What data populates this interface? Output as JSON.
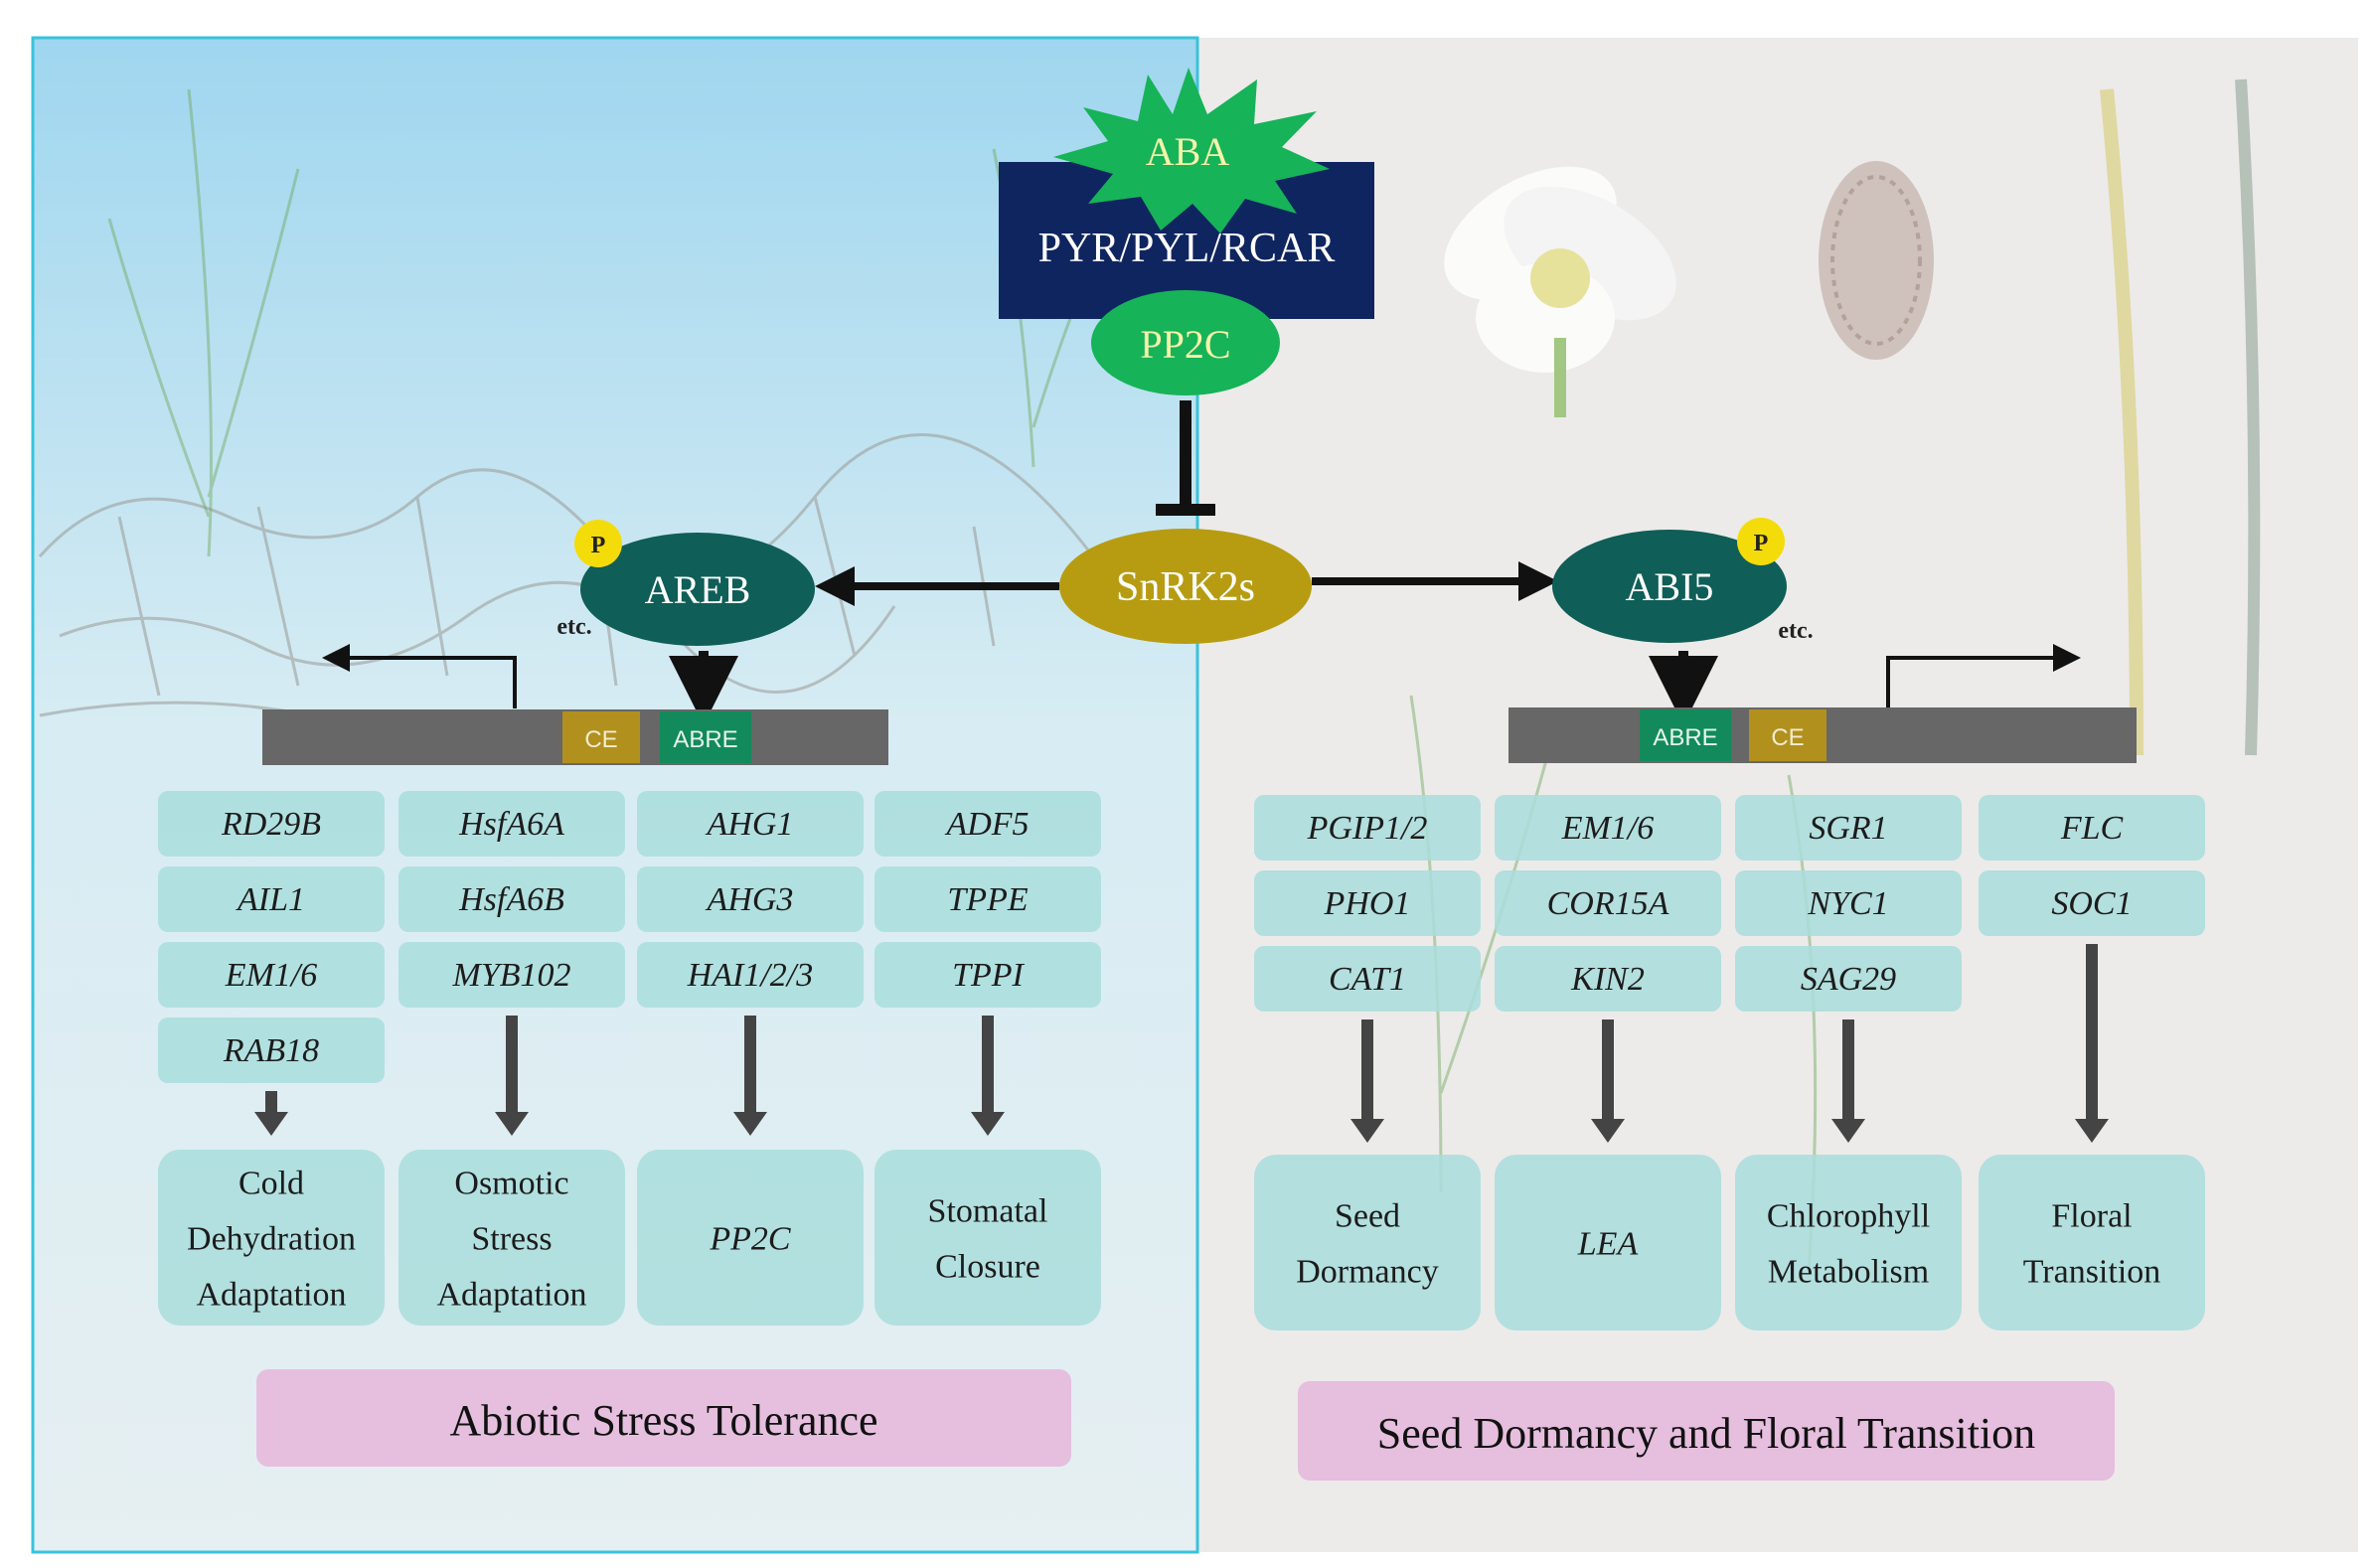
{
  "core": {
    "hormone": "ABA",
    "receptor": "PYR/PYL/RCAR",
    "phosphatase": "PP2C",
    "kinase": "SnRK2s"
  },
  "left": {
    "tf": "AREB",
    "phospho": "P",
    "etc": "etc.",
    "promoter": {
      "ce": "CE",
      "abre": "ABRE"
    },
    "columns": [
      {
        "genes": [
          "RD29B",
          "AIL1",
          "EM1/6",
          "RAB18"
        ],
        "output": [
          "Cold",
          "Dehydration",
          "Adaptation"
        ],
        "italic": false
      },
      {
        "genes": [
          "HsfA6A",
          "HsfA6B",
          "MYB102"
        ],
        "output": [
          "Osmotic",
          "Stress",
          "Adaptation"
        ],
        "italic": false
      },
      {
        "genes": [
          "AHG1",
          "AHG3",
          "HAI1/2/3"
        ],
        "output": [
          "PP2C"
        ],
        "italic": true
      },
      {
        "genes": [
          "ADF5",
          "TPPE",
          "TPPI"
        ],
        "output": [
          "Stomatal",
          "Closure"
        ],
        "italic": false
      }
    ],
    "banner": "Abiotic Stress Tolerance"
  },
  "right": {
    "tf": "ABI5",
    "phospho": "P",
    "etc": "etc.",
    "promoter": {
      "abre": "ABRE",
      "ce": "CE"
    },
    "columns": [
      {
        "genes": [
          "PGIP1/2",
          "PHO1",
          "CAT1"
        ],
        "output": [
          "Seed",
          "Dormancy"
        ],
        "italic": false
      },
      {
        "genes": [
          "EM1/6",
          "COR15A",
          "KIN2"
        ],
        "output": [
          "LEA"
        ],
        "italic": true
      },
      {
        "genes": [
          "SGR1",
          "NYC1",
          "SAG29"
        ],
        "output": [
          "Chlorophyll",
          "Metabolism"
        ],
        "italic": false
      },
      {
        "genes": [
          "FLC",
          "SOC1"
        ],
        "output": [
          "Floral",
          "Transition"
        ],
        "italic": false
      }
    ],
    "banner": "Seed Dormancy and Floral Transition"
  },
  "colors": {
    "left_panel_frame": "#38c3dc",
    "left_sky": "#bfe6f3",
    "right_background": "#ecebe9",
    "receptor_box": "#0f2560",
    "green_ellipse": "#16b359",
    "snrk2": "#b79c12",
    "tf_ellipse": "#0f5e57",
    "phospho_dot": "#f4dc0a",
    "promoter_bar": "#676767",
    "ce_box": "#b2901e",
    "abre_box": "#128a5b",
    "gene_tile": "#a9dddc",
    "banner": "#e6b9dd",
    "arrow": "#444444"
  }
}
